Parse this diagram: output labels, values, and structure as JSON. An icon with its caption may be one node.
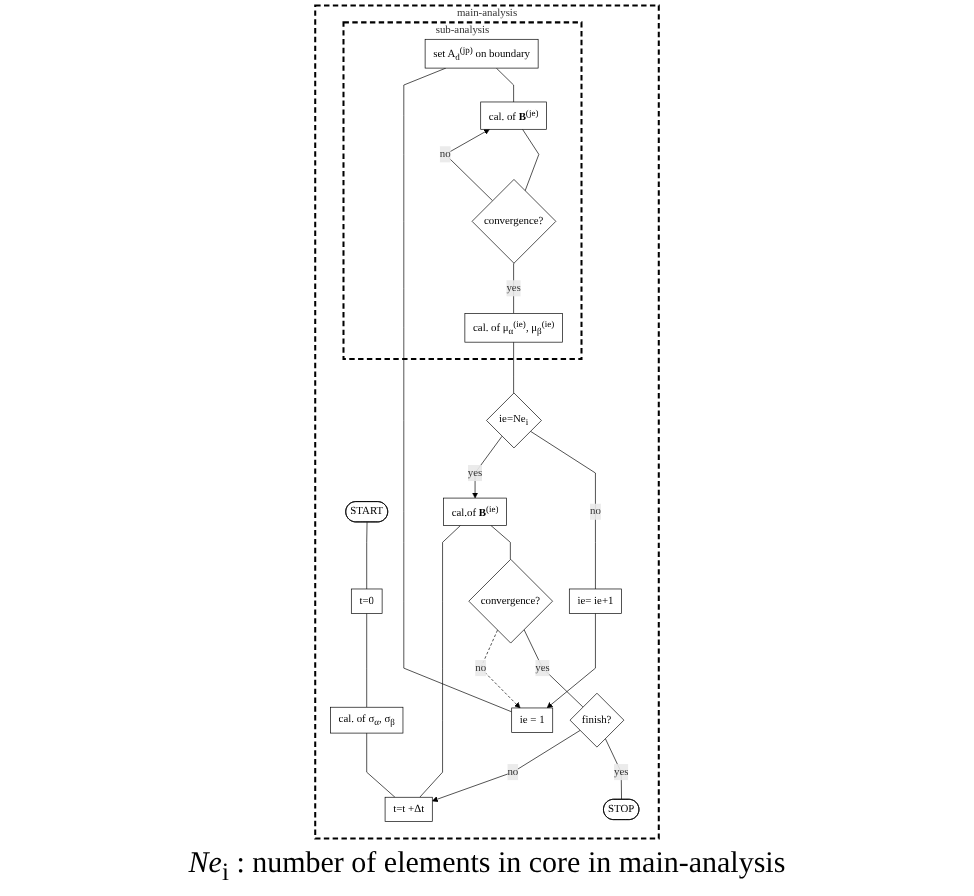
{
  "diagram": {
    "caption": "*Ne*$_{i}$ : number of elements in core in main-analysis",
    "nodes": [
      {
        "text": [
          "main-analysis"
        ]
      },
      {
        "text": [
          "START"
        ],
        "in": 0
      },
      {
        "text": [
          "t=0"
        ],
        "in": 0
      },
      {
        "text": [
          "cal. of σ$_{α}$, σ$_{β}$"
        ],
        "in": 0
      },
      {
        "text": [
          "t=t +Δt"
        ],
        "in": 0
      },
      {
        "text": [
          "cal.of **B**$^{(ie)}$"
        ],
        "in": 0
      },
      {
        "text": [
          "convergence?"
        ],
        "in": 0
      },
      {
        "text": [
          "finish?"
        ],
        "in": 0
      },
      {
        "text": [
          "STOP"
        ],
        "in": 0
      },
      {
        "text": [
          "ie = 1"
        ],
        "in": 0
      },
      {
        "text": [
          "sub-analysis"
        ],
        "in": 0
      },
      {
        "text": [
          "set A$_{d}$$^{(jp)}$ on boundary"
        ],
        "in": 10
      },
      {
        "text": [
          "cal. of **B**$^{(je)}$"
        ],
        "in": 10
      },
      {
        "text": [
          "convergence?"
        ],
        "in": 10
      },
      {
        "text": [
          "cal. of μ$_{α}$$^{(ie)}$, μ$_{β}$$^{(ie)}$"
        ],
        "in": 10
      },
      {
        "text": [
          "ie=Ne$_{i}$"
        ],
        "in": 0
      },
      {
        "text": [
          "ie= ie+1"
        ],
        "in": 0
      }
    ],
    "edges": [
      {
        "from": 1,
        "to": 2,
        "arrow": "none"
      },
      {
        "from": 2,
        "to": 3,
        "arrow": "none"
      },
      {
        "from": 3,
        "to": 4,
        "arrow": "none"
      },
      {
        "from": 4,
        "to": 5,
        "arrow": "none"
      },
      {
        "from": 5,
        "to": 6,
        "arrow": "none"
      },
      {
        "from": 6,
        "to": 7,
        "label": "yes",
        "arrow": "none"
      },
      {
        "from": 7,
        "to": 8,
        "label": "yes",
        "arrow": "none"
      },
      {
        "from": 7,
        "to": 4,
        "label": "no",
        "arrow": "to"
      },
      {
        "from": 6,
        "to": 9,
        "label": "no",
        "arrow": "to",
        "style": "dashed"
      },
      {
        "from": 9,
        "to": 11,
        "arrow": "none"
      },
      {
        "from": 11,
        "to": 12,
        "arrow": "none"
      },
      {
        "from": 12,
        "to": 13,
        "arrow": "none"
      },
      {
        "from": 13,
        "to": 12,
        "label": "no",
        "arrow": "to"
      },
      {
        "from": 13,
        "to": 14,
        "label": "yes",
        "arrow": "none"
      },
      {
        "from": 14,
        "to": 15,
        "arrow": "none"
      },
      {
        "from": 15,
        "to": 16,
        "label": "no",
        "arrow": "none"
      },
      {
        "from": 16,
        "to": 9,
        "arrow": "to"
      },
      {
        "from": 15,
        "to": 5,
        "label": "yes",
        "arrow": "to"
      }
    ]
  }
}
